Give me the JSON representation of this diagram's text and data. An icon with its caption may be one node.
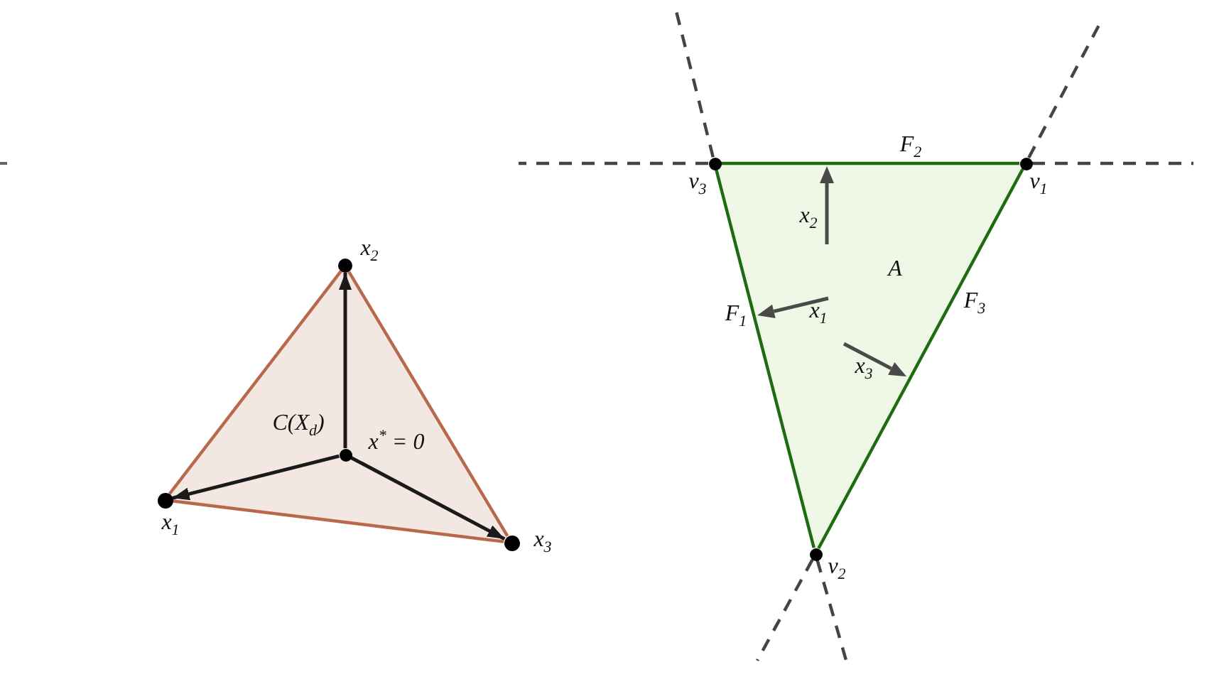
{
  "diagram": {
    "nodes": [
      {
        "text": [],
        "shape": "circle",
        "beside": [
          "x$_{2}$"
        ]
      },
      {
        "text": [],
        "shape": "circle",
        "beside": [
          "x$^{*}$ = 0"
        ]
      },
      {
        "text": [],
        "shape": "circle",
        "beside": [
          "x$_{1}$"
        ]
      },
      {
        "text": [],
        "shape": "circle",
        "beside": [
          "x$_{3}$"
        ]
      },
      {
        "text": [],
        "shape": "circle",
        "beside": [
          "v$_{3}$"
        ]
      },
      {
        "text": [],
        "shape": "circle",
        "beside": [
          "v$_{1}$"
        ]
      },
      {
        "text": [],
        "shape": "circle",
        "beside": [
          "v$_{2}$"
        ]
      }
    ],
    "edges": [
      {
        "from": 1,
        "to": 0,
        "arrow": "to",
        "color": "#1a1a1a"
      },
      {
        "from": 1,
        "to": 2,
        "arrow": "to",
        "color": "#1a1a1a"
      },
      {
        "from": 1,
        "to": 3,
        "arrow": "to",
        "color": "#1a1a1a"
      },
      {
        "from": 2,
        "to": 0,
        "arrow": "none",
        "color": "#b8694a"
      },
      {
        "from": 0,
        "to": 3,
        "arrow": "none",
        "color": "#b8694a"
      },
      {
        "from": 3,
        "to": 2,
        "arrow": "none",
        "color": "#b8694a"
      },
      {
        "from": 4,
        "to": 5,
        "arrow": "none",
        "label": "F$_{2}$",
        "color": "#1e6b12"
      },
      {
        "from": 5,
        "to": 6,
        "arrow": "none",
        "label": "F$_{3}$",
        "color": "#1e6b12"
      },
      {
        "from": 6,
        "to": 4,
        "arrow": "none",
        "label": "F$_{1}$",
        "color": "#1e6b12"
      },
      {
        "from": 4,
        "to": null,
        "arrow": "none",
        "style": "dashed",
        "color": "#444444"
      },
      {
        "from": 5,
        "to": null,
        "arrow": "none",
        "style": "dashed",
        "color": "#444444"
      },
      {
        "from": 4,
        "to": null,
        "arrow": "none",
        "style": "dashed",
        "color": "#444444"
      },
      {
        "from": 5,
        "to": null,
        "arrow": "none",
        "style": "dashed",
        "color": "#444444"
      },
      {
        "from": 6,
        "to": null,
        "arrow": "none",
        "style": "dashed",
        "color": "#444444"
      },
      {
        "from": 6,
        "to": null,
        "arrow": "none",
        "style": "dashed",
        "color": "#444444"
      }
    ],
    "labels": [
      "C(X$_{d}$)",
      "x$_{2}$",
      "A",
      "x$_{1}$",
      "x$_{3}$"
    ]
  }
}
